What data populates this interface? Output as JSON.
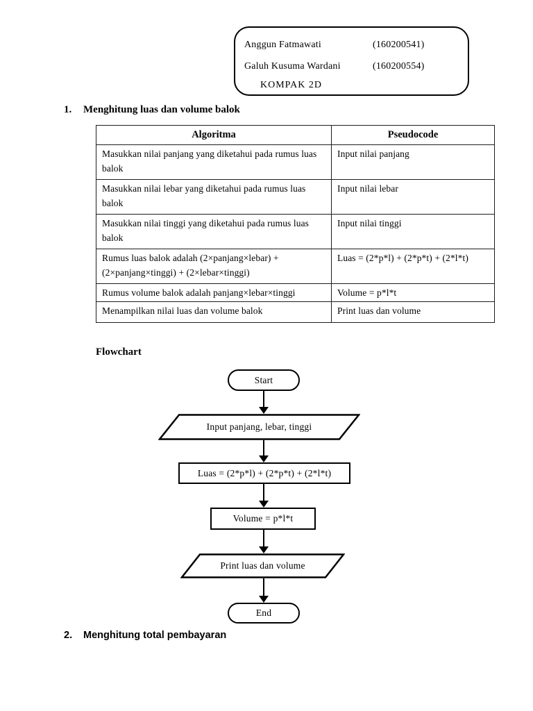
{
  "header_box": {
    "members": [
      {
        "name": "Anggun Fatmawati",
        "id": "(160200541)"
      },
      {
        "name": "Galuh Kusuma Wardani",
        "id": "(160200554)"
      }
    ],
    "group": "KOMPAK 2D"
  },
  "section1": {
    "number": "1.",
    "title": "Menghitung luas dan volume balok"
  },
  "table": {
    "headers": [
      "Algoritma",
      "Pseudocode"
    ],
    "rows": [
      [
        "Masukkan nilai panjang yang diketahui pada rumus luas balok",
        "Input nilai panjang"
      ],
      [
        "Masukkan nilai lebar yang diketahui pada rumus luas balok",
        "Input nilai lebar"
      ],
      [
        "Masukkan nilai tinggi yang diketahui pada rumus luas balok",
        "Input nilai tinggi"
      ],
      [
        "Rumus luas balok adalah (2×panjang×lebar) + (2×panjang×tinggi) + (2×lebar×tinggi)",
        "Luas = (2*p*l) + (2*p*t) + (2*l*t)"
      ],
      [
        "Rumus volume balok adalah panjang×lebar×tinggi",
        "Volume = p*l*t"
      ],
      [
        "Menampilkan nilai luas dan volume balok",
        "Print luas dan volume"
      ]
    ]
  },
  "flowchart": {
    "title": "Flowchart",
    "nodes": [
      {
        "type": "terminator",
        "label": "Start"
      },
      {
        "type": "input-output",
        "label": "Input panjang, lebar, tinggi"
      },
      {
        "type": "process",
        "label": "Luas = (2*p*l) + (2*p*t) + (2*l*t)"
      },
      {
        "type": "process",
        "label": "Volume = p*l*t"
      },
      {
        "type": "input-output",
        "label": "Print luas dan volume"
      },
      {
        "type": "terminator",
        "label": "End"
      }
    ]
  },
  "section2": {
    "number": "2.",
    "title": "Menghitung total pembayaran"
  }
}
